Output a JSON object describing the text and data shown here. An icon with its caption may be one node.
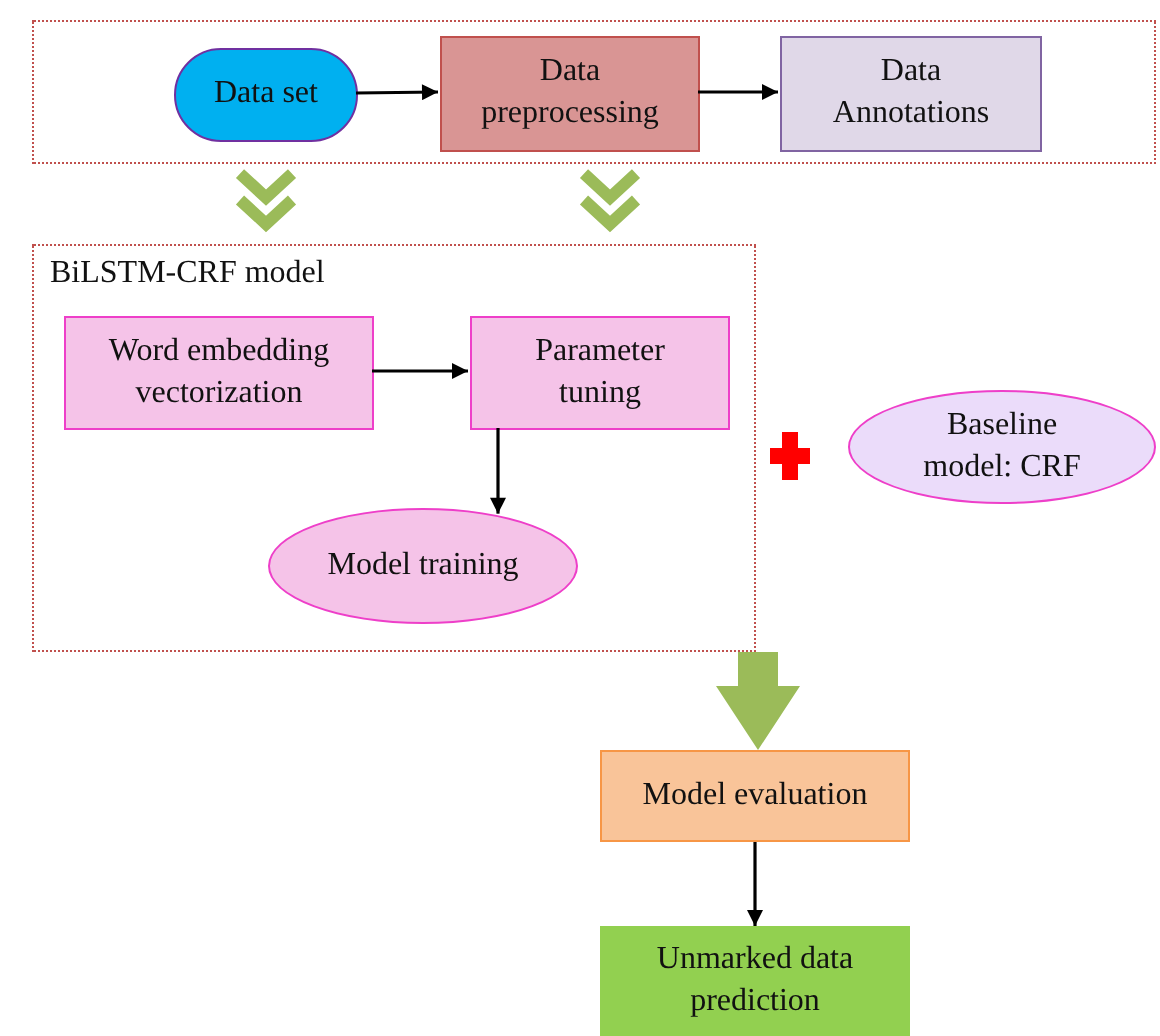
{
  "diagram": {
    "nodes": [
      {
        "text": [],
        "shape": "box"
      },
      {
        "text": [
          "Data set"
        ],
        "in": 0
      },
      {
        "text": [
          "Data preprocessing"
        ],
        "in": 0
      },
      {
        "text": [
          "Data Annotations"
        ],
        "in": 0
      },
      {
        "text": [
          "BiLSTM-CRF model"
        ]
      },
      {
        "text": [
          "Word embedding vectorization"
        ],
        "in": 4
      },
      {
        "text": [
          "Parameter tuning"
        ],
        "in": 4
      },
      {
        "text": [
          "Model training"
        ],
        "in": 4
      },
      {
        "text": [
          "Baseline model: CRF"
        ]
      },
      {
        "text": [
          "Model evaluation"
        ]
      },
      {
        "text": [
          "Unmarked data prediction"
        ]
      }
    ],
    "edges": [
      {
        "from": 1,
        "to": 2,
        "arrow": "to"
      },
      {
        "from": 2,
        "to": 3,
        "arrow": "to"
      },
      {
        "from": 0,
        "to": 4,
        "arrow": "to",
        "style": "thick",
        "color": "#9bbb59"
      },
      {
        "from": 0,
        "to": 4,
        "arrow": "to",
        "style": "thick",
        "color": "#9bbb59"
      },
      {
        "from": 5,
        "to": 6,
        "arrow": "to"
      },
      {
        "from": 6,
        "to": 7,
        "arrow": "to"
      },
      {
        "from": 4,
        "to": 9,
        "arrow": "to",
        "style": "thick",
        "color": "#9bbb59"
      },
      {
        "from": 9,
        "to": 10,
        "arrow": "to"
      }
    ]
  }
}
